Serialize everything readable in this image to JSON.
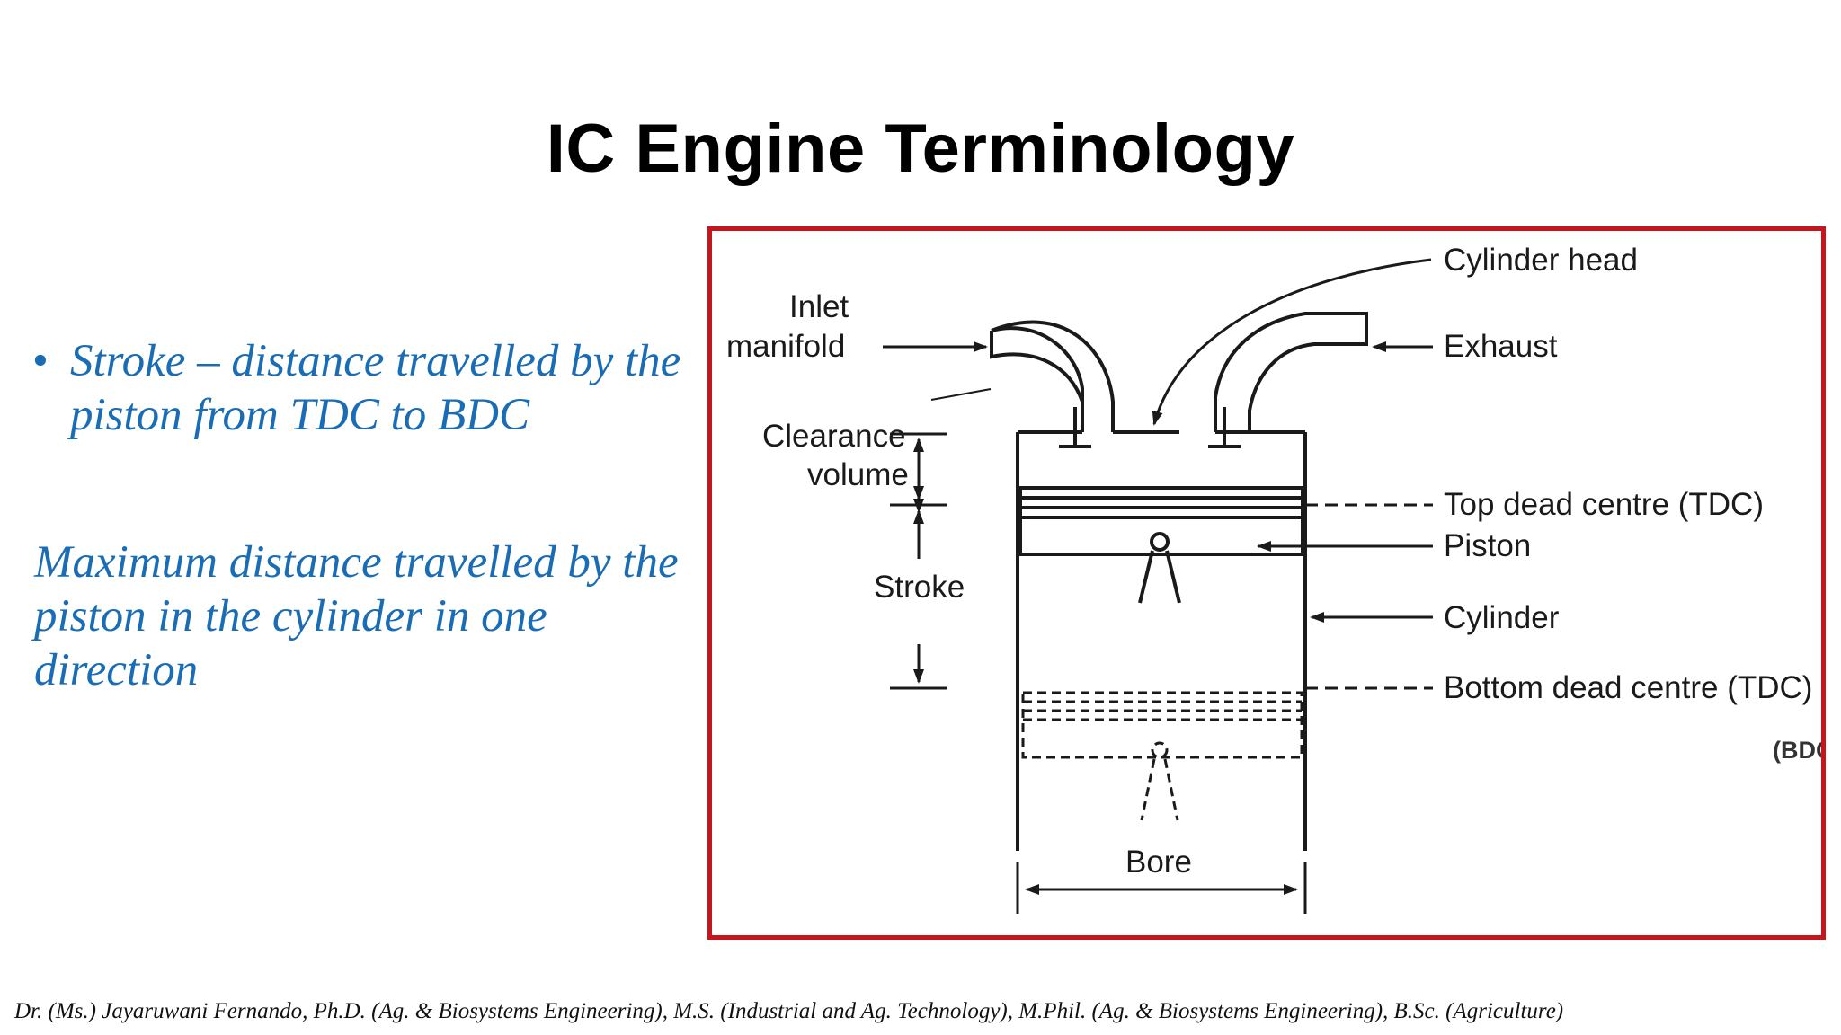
{
  "title": "IC Engine Terminology",
  "bullets": [
    {
      "marker": "•",
      "text": "Stroke – distance travelled by the piston from TDC to BDC"
    }
  ],
  "paragraph": "Maximum distance travelled by the piston in the cylinder in one direction",
  "diagram": {
    "labels": {
      "cylinder_head": "Cylinder head",
      "inlet": "Inlet",
      "manifold": "manifold",
      "exhaust": "Exhaust",
      "clearance": "Clearance",
      "volume": "volume",
      "tdc": "Top dead centre (TDC)",
      "piston": "Piston",
      "stroke": "Stroke",
      "cylinder": "Cylinder",
      "bdc": "Bottom dead centre (TDC)",
      "bdc_correction": "(BDC)",
      "bore": "Bore"
    },
    "colors": {
      "frame": "#c4161c",
      "ink": "#1a1a1a"
    }
  },
  "footer": "Dr. (Ms.) Jayaruwani Fernando, Ph.D. (Ag. & Biosystems Engineering), M.S. (Industrial and Ag. Technology), M.Phil. (Ag. & Biosystems Engineering), B.Sc. (Agriculture)",
  "colors": {
    "title": "#000000",
    "body_text": "#1a6db5"
  }
}
